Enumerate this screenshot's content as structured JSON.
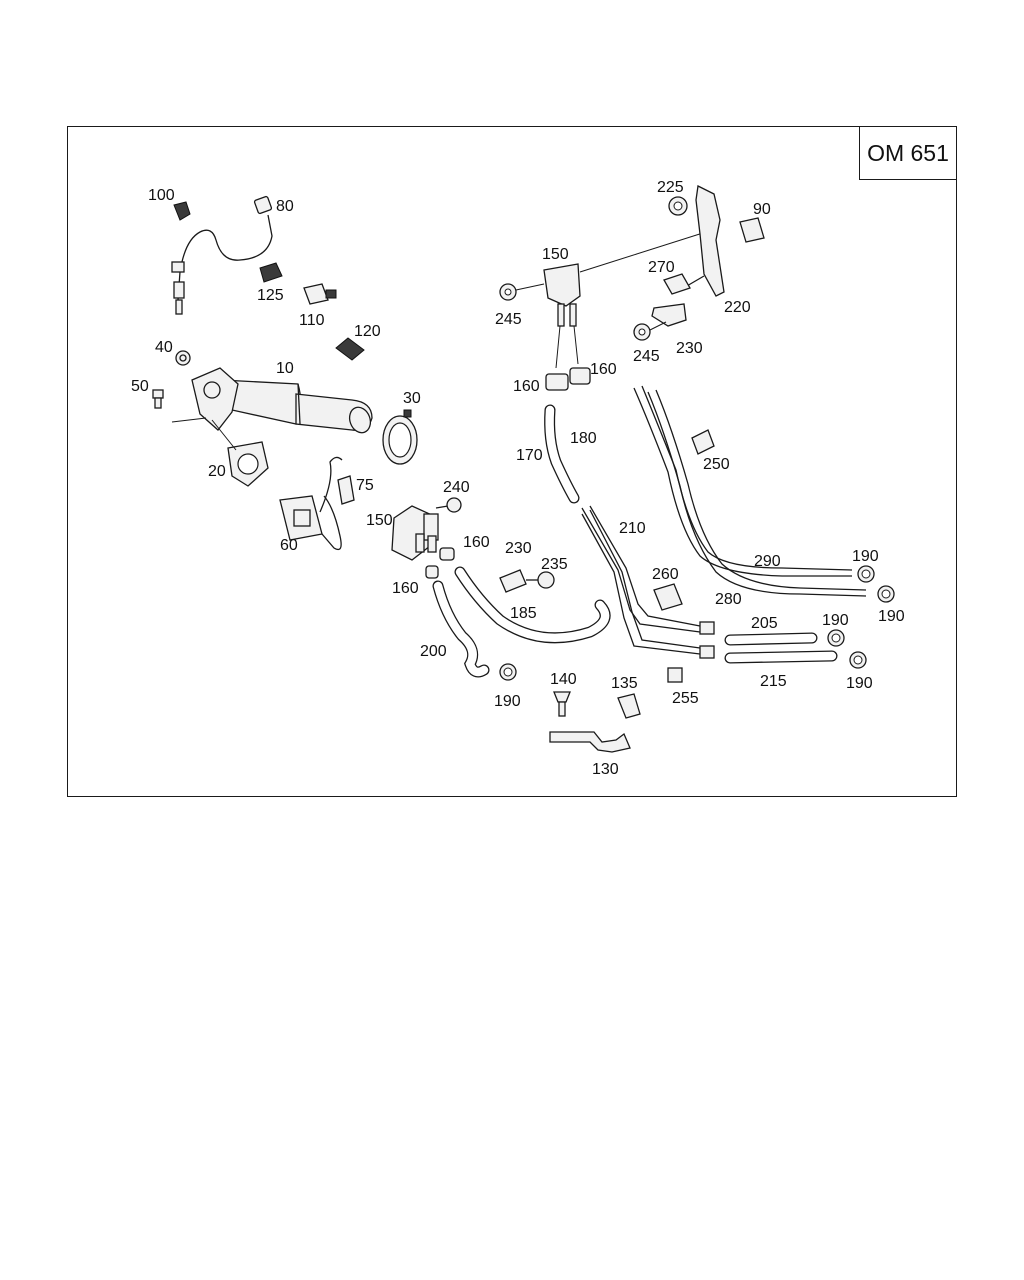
{
  "model": "OM 651",
  "labels": {
    "p10": "10",
    "p20": "20",
    "p30": "30",
    "p40": "40",
    "p50": "50",
    "p60": "60",
    "p75": "75",
    "p80": "80",
    "p90": "90",
    "p100": "100",
    "p110": "110",
    "p120": "120",
    "p125": "125",
    "p130": "130",
    "p135": "135",
    "p140": "140",
    "p150a": "150",
    "p150b": "150",
    "p160a": "160",
    "p160b": "160",
    "p160c": "160",
    "p160d": "160",
    "p170": "170",
    "p180": "180",
    "p185": "185",
    "p190a": "190",
    "p190b": "190",
    "p190c": "190",
    "p190d": "190",
    "p190e": "190",
    "p200": "200",
    "p205": "205",
    "p210": "210",
    "p215": "215",
    "p220": "220",
    "p225": "225",
    "p230a": "230",
    "p230b": "230",
    "p235": "235",
    "p240": "240",
    "p245a": "245",
    "p245b": "245",
    "p250": "250",
    "p255": "255",
    "p260": "260",
    "p270": "270",
    "p280": "280",
    "p290": "290"
  },
  "colors": {
    "line": "#1a1a1a",
    "part_fill": "#f2f2f2",
    "background": "#ffffff"
  }
}
